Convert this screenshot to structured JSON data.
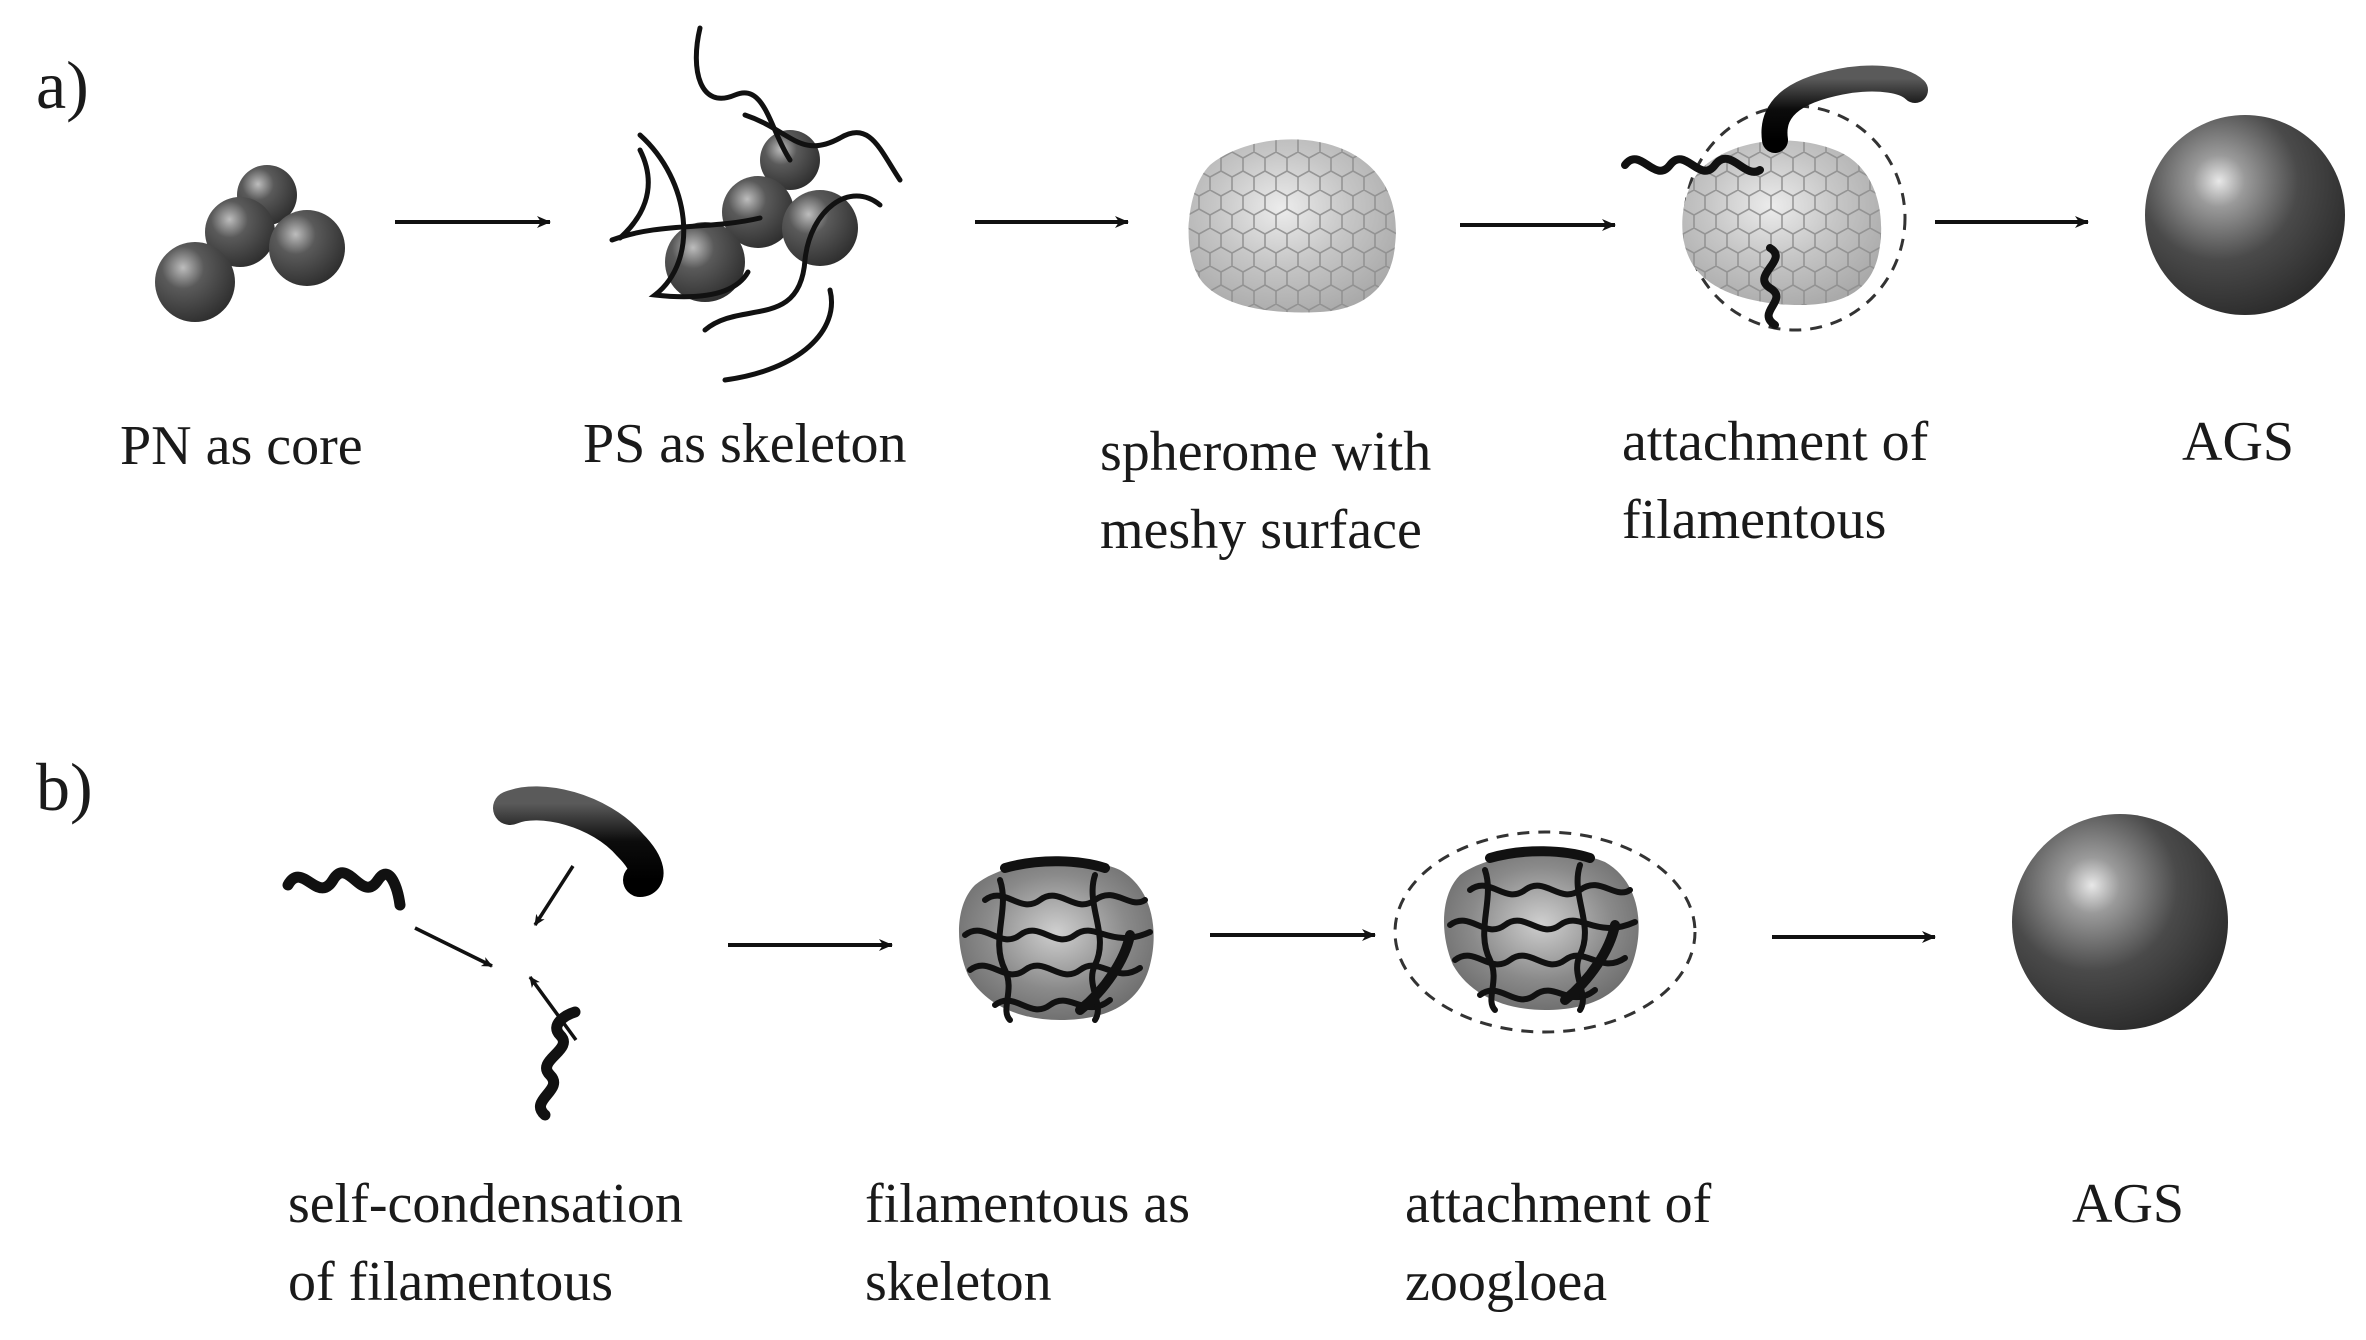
{
  "panel_a": {
    "label": "a)",
    "steps": [
      {
        "caption_lines": [
          "PN as core"
        ]
      },
      {
        "caption_lines": [
          "PS as skeleton"
        ]
      },
      {
        "caption_lines": [
          "spherome with",
          "meshy surface"
        ]
      },
      {
        "caption_lines": [
          "attachment of",
          "filamentous"
        ]
      },
      {
        "caption_lines": [
          "AGS"
        ]
      }
    ]
  },
  "panel_b": {
    "label": "b)",
    "steps": [
      {
        "caption_lines": [
          "self-condensation",
          "of filamentous"
        ]
      },
      {
        "caption_lines": [
          "filamentous as",
          "skeleton"
        ]
      },
      {
        "caption_lines": [
          "attachment of",
          "zoogloea"
        ]
      },
      {
        "caption_lines": [
          "AGS"
        ]
      }
    ]
  },
  "colors": {
    "ink": "#111111",
    "granule_dark": "#3a3a3a",
    "mesh_fill": "#bdbdbd"
  }
}
